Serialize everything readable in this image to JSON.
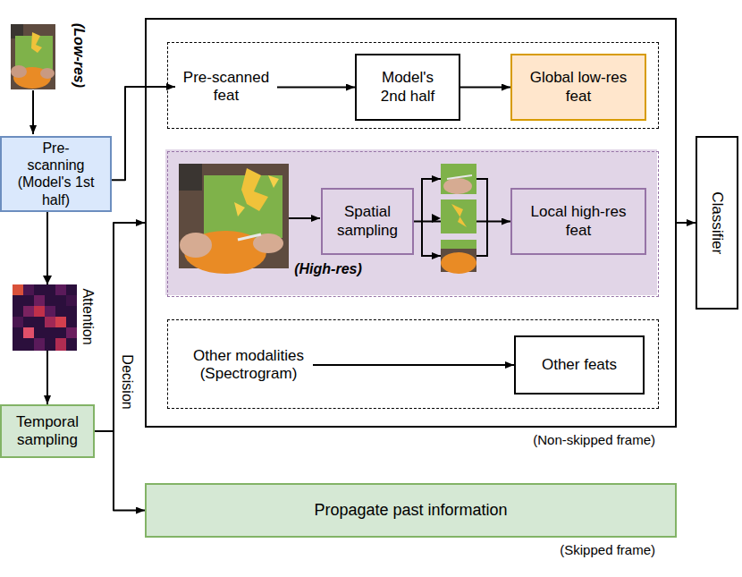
{
  "diagram": {
    "nodes": [
      {
        "text": [
          "Pre-scanning (Model's 1st half)"
        ]
      },
      {
        "text": [
          "Temporal sampling"
        ]
      },
      {
        "text": [
          "(Non-skipped frame)"
        ]
      },
      {
        "text": [],
        "in": 2
      },
      {
        "text": [
          "Pre-scanned feat"
        ],
        "in": 3
      },
      {
        "text": [
          "Model's 2nd half"
        ],
        "in": 3
      },
      {
        "text": [
          "Global low-res feat"
        ],
        "in": 3
      },
      {
        "text": [],
        "in": 2
      },
      {
        "text": [
          "Spatial sampling"
        ],
        "in": 7
      },
      {
        "text": [
          "Local high-res feat"
        ],
        "in": 7
      },
      {
        "text": [],
        "in": 2
      },
      {
        "text": [
          "Other modalities (Spectrogram)"
        ],
        "in": 10
      },
      {
        "text": [
          "Other feats"
        ],
        "in": 10
      },
      {
        "text": [
          "Classifier"
        ]
      },
      {
        "text": [
          "Propagate past information",
          "(Skipped frame)"
        ]
      }
    ],
    "edges": [
      {
        "from": 0,
        "to": 4,
        "arrow": "to"
      },
      {
        "from": 0,
        "to": 1,
        "arrow": "to"
      },
      {
        "from": 1,
        "to": 2,
        "label": "Decision",
        "arrow": "to"
      },
      {
        "from": 1,
        "to": 14,
        "arrow": "to"
      },
      {
        "from": 4,
        "to": 5,
        "arrow": "to"
      },
      {
        "from": 5,
        "to": 6,
        "arrow": "to"
      },
      {
        "from": 8,
        "to": 9,
        "arrow": "to"
      },
      {
        "from": 11,
        "to": 12,
        "arrow": "to"
      },
      {
        "from": 2,
        "to": 13,
        "arrow": "to"
      }
    ],
    "labels": [
      "(Low-res)",
      "Attention",
      "(High-res)"
    ]
  }
}
